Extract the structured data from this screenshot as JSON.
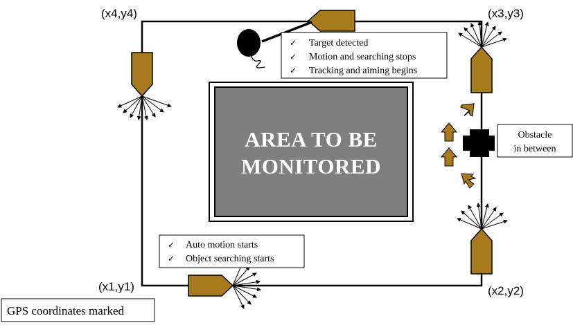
{
  "corners": {
    "c1": "(x1,y1)",
    "c2": "(x2,y2)",
    "c3": "(x3,y3)",
    "c4": "(x4,y4)"
  },
  "area_label": {
    "line1": "AREA  TO  BE",
    "line2": "MONITORED"
  },
  "target_box": {
    "items": [
      "Target  detected",
      "Motion  and searching  stops",
      "Tracking  and  aiming  begins"
    ]
  },
  "start_box": {
    "items": [
      "Auto  motion  starts",
      "Object  searching  starts"
    ]
  },
  "obstacle_box": {
    "line1": "Obstacle",
    "line2": "in between"
  },
  "gps_label": "GPS coordinates marked",
  "check_glyph": "✓",
  "colors": {
    "robot_fill": "#a87a1e",
    "area_fill": "#7f7f7f",
    "obstacle_fill": "#000000",
    "line": "#000000"
  },
  "icons": [
    "robot-icon",
    "target-blob-icon",
    "obstacle-icon",
    "sensor-rays-icon",
    "direction-arrow-icon"
  ]
}
